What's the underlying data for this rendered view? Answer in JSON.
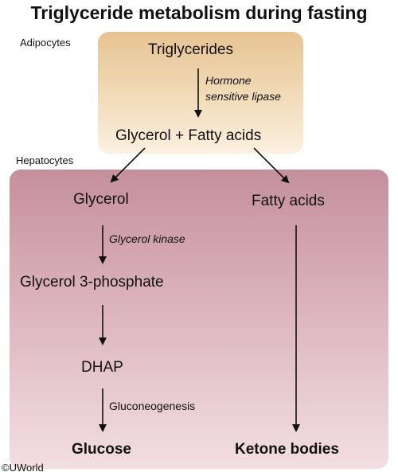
{
  "title": "Triglyceride metabolism during fasting",
  "regions": {
    "adipocytes": "Adipocytes",
    "hepatocytes": "Hepatocytes"
  },
  "nodes": {
    "triglycerides": "Triglycerides",
    "glycerol_fatty_acids": "Glycerol + Fatty acids",
    "glycerol": "Glycerol",
    "fatty_acids": "Fatty acids",
    "glycerol_3_phosphate": "Glycerol 3-phosphate",
    "dhap": "DHAP",
    "glucose": "Glucose",
    "ketone_bodies": "Ketone bodies"
  },
  "enzymes": {
    "hsl_line1": "Hormone",
    "hsl_line2": "sensitive lipase",
    "glycerol_kinase": "Glycerol kinase",
    "gluconeogenesis": "Gluconeogenesis"
  },
  "copyright": "©UWorld",
  "colors": {
    "adipocyte_fill": "#e6c392",
    "hepatocyte_fill": "#c48f9c",
    "arrow": "#111111"
  }
}
